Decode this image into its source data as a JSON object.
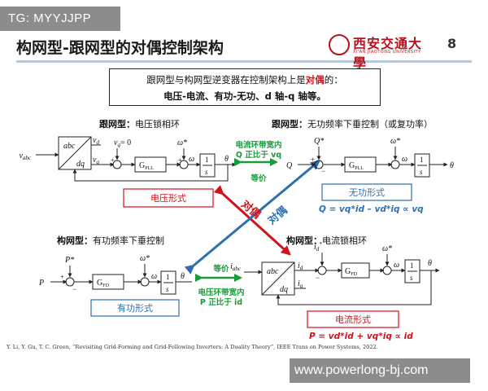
{
  "watermark_top": "TG: MYYJJPP",
  "watermark_bottom": "www.powerlong-bj.com",
  "slide": {
    "title": "构网型-跟网型的对偶控制架构",
    "page_number": "8",
    "logo_text": "西安交通大學",
    "logo_subtitle": "XI'AN JIAOTONG UNIVERSITY"
  },
  "summary": {
    "line1_before": "跟网型与构网型逆变器在控制架构上是",
    "line1_highlight": "对偶",
    "line1_after": "的：",
    "line2": "电压-电流、有功-无功、d 轴-q 轴等。"
  },
  "panels": {
    "top_left_header_bold": "跟网型：",
    "top_left_header": "电压锁相环",
    "top_right_header_bold": "跟网型：",
    "top_right_header": "无功频率下垂控制（或复功率）",
    "bottom_left_header_bold": "构网型：",
    "bottom_left_header": "有功频率下垂控制",
    "bottom_right_header_bold": "构网型：",
    "bottom_right_header": "电流锁相环"
  },
  "labels": {
    "voltage_form": "电压形式",
    "reactive_form": "无功形式",
    "active_form": "有功形式",
    "current_form": "电流形式",
    "duality_1": "对偶",
    "duality_2": "对偶",
    "top_equiv_1": "电流环带宽内",
    "top_equiv_2": "Q 正比于 vq",
    "top_equiv_3": "等价",
    "bot_equiv_1": "等价",
    "bot_equiv_2": "电压环带宽内",
    "bot_equiv_3": "P 正比于 id",
    "formula_Q": "Q = vq*id – vd*iq ∝ vq",
    "formula_P": "P = vd*id + vq*iq ∝ id"
  },
  "blocks": {
    "abc": "abc",
    "dq": "dq",
    "G_PLL": "G",
    "G_PLL_sub": "PLL",
    "G_FD": "G",
    "G_FD_sub": "FD",
    "one": "1",
    "s": "s"
  },
  "signals": {
    "v_abc": "v",
    "v_abc_sub": "abc",
    "i_abc": "i",
    "i_abc_sub": "abc",
    "v_q": "v",
    "q_sub": "q",
    "d_sub": "d",
    "vq_star_eq": "= 0",
    "omega": "ω",
    "omega_star": "ω*",
    "theta": "θ",
    "Q": "Q",
    "Q_star": "Q*",
    "P": "P",
    "P_star": "P*",
    "id": "i",
    "iq": "i",
    "id_star": "i",
    "plus": "+",
    "minus": "−"
  },
  "citation": "Y. Li, Y. Gu, T. C. Green, “Revisiting Grid-Forming and Grid-Following Inverters: A Duality Theory”, IEEE Trans on Power Systems, 2022.",
  "colors": {
    "red": "#d0121b",
    "blue": "#2f6fb0",
    "green": "#1a9a3a",
    "logo": "#b5121b"
  }
}
